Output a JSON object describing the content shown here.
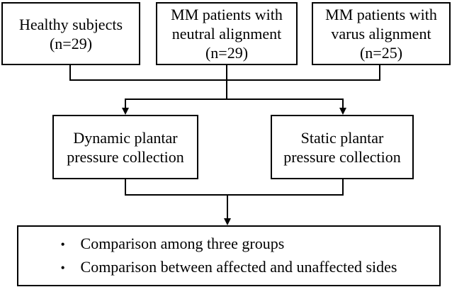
{
  "boxes": {
    "healthy": {
      "line1": "Healthy subjects",
      "line2": "(n=29)"
    },
    "neutral": {
      "line1": "MM patients with",
      "line2": "neutral alignment",
      "line3": "(n=29)"
    },
    "varus": {
      "line1": "MM patients with",
      "line2": "varus alignment",
      "line3": "(n=25)"
    },
    "dynamic": {
      "line1": "Dynamic plantar",
      "line2": "pressure collection"
    },
    "static": {
      "line1": "Static plantar",
      "line2": "pressure collection"
    },
    "comparison": {
      "bullet1": "Comparison among three groups",
      "bullet2": "Comparison between affected and unaffected sides"
    }
  },
  "colors": {
    "stroke": "#000000",
    "background": "#ffffff"
  }
}
